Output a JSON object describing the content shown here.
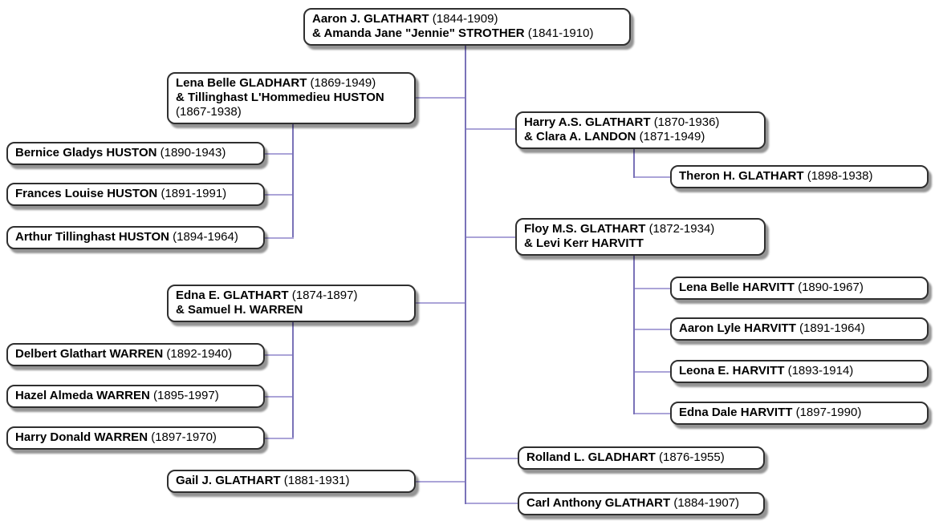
{
  "diagram": {
    "type": "family-tree",
    "root_couple": "Aaron J. GLATHART & Amanda Jane \"Jennie\" STROTHER",
    "colors": {
      "vertical_line": "#7a72b8",
      "horizontal_line": "#aba4d8",
      "box_border": "#2f2f2f",
      "box_background": "#ffffff",
      "text": "#000000"
    }
  },
  "boxes": {
    "aaron_strother": {
      "name1": "Aaron J. GLATHART",
      "dates1": "(1844-1909)",
      "name2": "& Amanda Jane \"Jennie\" STROTHER",
      "dates2": "(1841-1910)"
    },
    "lena_huston": {
      "name1": "Lena Belle GLADHART",
      "dates1": "(1869-1949)",
      "name2": "& Tillinghast L'Hommedieu HUSTON",
      "dates2": "(1867-1938)"
    },
    "bernice": {
      "name": "Bernice Gladys HUSTON",
      "dates": "(1890-1943)"
    },
    "frances": {
      "name": "Frances Louise HUSTON",
      "dates": "(1891-1991)"
    },
    "arthur": {
      "name": "Arthur Tillinghast HUSTON",
      "dates": "(1894-1964)"
    },
    "harry_clara": {
      "name1": "Harry A.S. GLATHART",
      "dates1": "(1870-1936)",
      "name2": "& Clara A. LANDON",
      "dates2": "(1871-1949)"
    },
    "theron": {
      "name": "Theron H. GLATHART",
      "dates": "(1898-1938)"
    },
    "floy_levi": {
      "name1": "Floy M.S. GLATHART",
      "dates1": "(1872-1934)",
      "name2": "& Levi Kerr HARVITT"
    },
    "lena_harvitt": {
      "name": "Lena Belle HARVITT",
      "dates": "(1890-1967)"
    },
    "aaron_harvitt": {
      "name": "Aaron Lyle HARVITT",
      "dates": "(1891-1964)"
    },
    "leona_harvitt": {
      "name": "Leona E. HARVITT",
      "dates": "(1893-1914)"
    },
    "edna_harvitt": {
      "name": "Edna Dale HARVITT",
      "dates": "(1897-1990)"
    },
    "edna_warren": {
      "name1": "Edna E. GLATHART",
      "dates1": "(1874-1897)",
      "name2": "& Samuel H. WARREN"
    },
    "delbert": {
      "name": "Delbert Glathart WARREN",
      "dates": "(1892-1940)"
    },
    "hazel": {
      "name": "Hazel Almeda WARREN",
      "dates": "(1895-1997)"
    },
    "harry_warren": {
      "name": "Harry Donald WARREN",
      "dates": "(1897-1970)"
    },
    "gail": {
      "name": "Gail J. GLATHART",
      "dates": "(1881-1931)"
    },
    "rolland": {
      "name": "Rolland L. GLADHART",
      "dates": "(1876-1955)"
    },
    "carl": {
      "name": "Carl Anthony GLATHART",
      "dates": "(1884-1907)"
    }
  }
}
